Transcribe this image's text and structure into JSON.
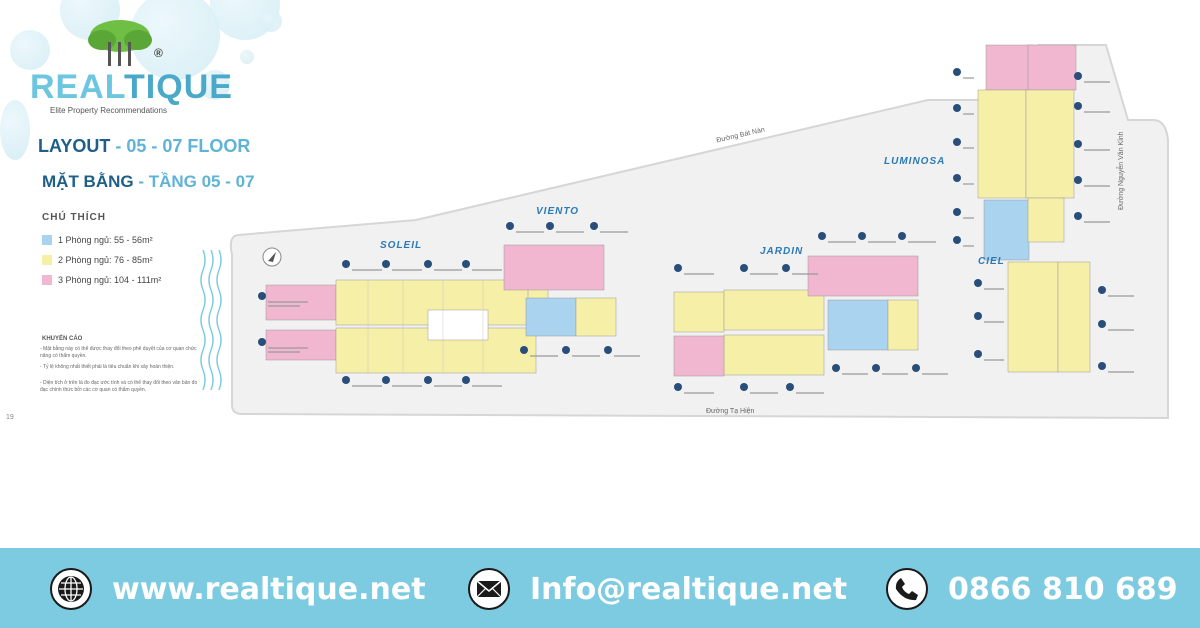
{
  "brand": {
    "name_part1": "REAL",
    "name_part2": "TIQUE",
    "tagline": "Elite Property Recommendations",
    "registered": "®"
  },
  "titles": {
    "layout_label": "LAYOUT",
    "layout_floor": " - 05 - 07 FLOOR",
    "floorplan_label": "MẶT BẰNG",
    "floorplan_floor": " - TẦNG 05 - 07"
  },
  "legend": {
    "heading": "CHÚ THÍCH",
    "items": [
      {
        "label": "1 Phòng ngủ: 55 - 56m²",
        "color": "#a9d3ee"
      },
      {
        "label": "2 Phòng ngủ: 76 - 85m²",
        "color": "#f6efa8"
      },
      {
        "label": "3 Phòng ngủ: 104 - 111m²",
        "color": "#f1b6d0"
      }
    ]
  },
  "notes": {
    "heading": "KHUYẾN CÁO",
    "lines": [
      "- Mặt bằng này có thể được thay đổi theo phê duyệt của cơ quan chức năng có thẩm quyền.",
      "- Tỷ lệ không nhất thiết phải là tiêu chuẩn khi xây hoàn thiện.",
      "- Diện tích ở trên là đo đạc ước tính và có thể thay đổi theo văn bản đo đạc chính thức bởi các cơ quan có thẩm quyền."
    ]
  },
  "page_number": "19",
  "buildings": {
    "soleil": "SOLEIL",
    "viento": "VIENTO",
    "jardin": "JARDIN",
    "luminosa": "LUMINOSA",
    "ciel": "CIEL"
  },
  "roads": {
    "bat_nan": "Đường Bát Nàn",
    "ta_hien": "Đường Tạ Hiện",
    "nguyen_van_kinh": "Đường Nguyễn Văn Kỉnh"
  },
  "footer": {
    "website": "www.realtique.net",
    "email": "Info@realtique.net",
    "phone": "0866 810 689"
  },
  "icons": {
    "web": "globe-icon",
    "mail": "mail-icon",
    "phone": "phone-icon"
  }
}
